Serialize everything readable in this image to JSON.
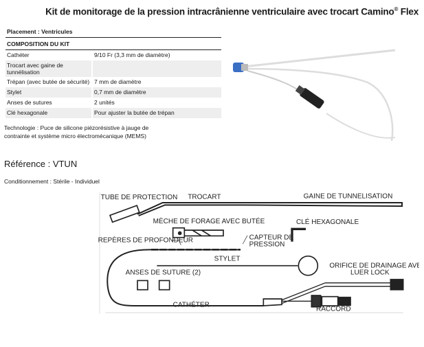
{
  "title": {
    "text": "Kit de monitorage de la pression intracrânienne ventriculaire avec trocart Camino",
    "reg": "®",
    "suffix": " Flex"
  },
  "placement": "Placement : Ventricules",
  "composition_header": "COMPOSITION DU KIT",
  "rows": [
    {
      "item": "Cathéter",
      "detail": "9/10 Fr (3,3 mm de diamètre)"
    },
    {
      "item": "Trocart avec gaine de tunnélisation",
      "detail": ""
    },
    {
      "item": "Trépan (avec butée de sécurité)",
      "detail": "7 mm de diamètre"
    },
    {
      "item": "Stylet",
      "detail": "0,7 mm de diamètre"
    },
    {
      "item": "Anses de sutures",
      "detail": "2 unités"
    },
    {
      "item": "Clé hexagonale",
      "detail": "Pour ajuster la butée de trépan"
    }
  ],
  "technology": "Technologie : Puce de silicone piézorésistive à jauge de contrainte et système micro électromécanique (MEMS)",
  "reference": "Référence : VTUN",
  "packaging": "Conditionnement :  Stérile - Individuel",
  "diagram": {
    "tube": "TUBE DE PROTECTION",
    "trocart": "TROCART",
    "gaine": "GAINE DE TUNNELISATION",
    "meche": "MÈCHE DE FORAGE AVEC BUTÉE",
    "cle": "CLÉ HEXAGONALE",
    "reperes": "REPÈRES DE PROFONDEUR",
    "capteur1": "CAPTEUR DE",
    "capteur2": "PRESSION",
    "stylet": "STYLET",
    "anses": "ANSES DE SUTURE (2)",
    "orifice1": "ORIFICE DE DRAINAGE AVEC",
    "orifice2": "LUER LOCK",
    "catheter": "CATHÉTER",
    "raccord": "RACCORD"
  },
  "colors": {
    "connector_blue": "#3a6fc4",
    "row_alt": "#eeeeee"
  }
}
